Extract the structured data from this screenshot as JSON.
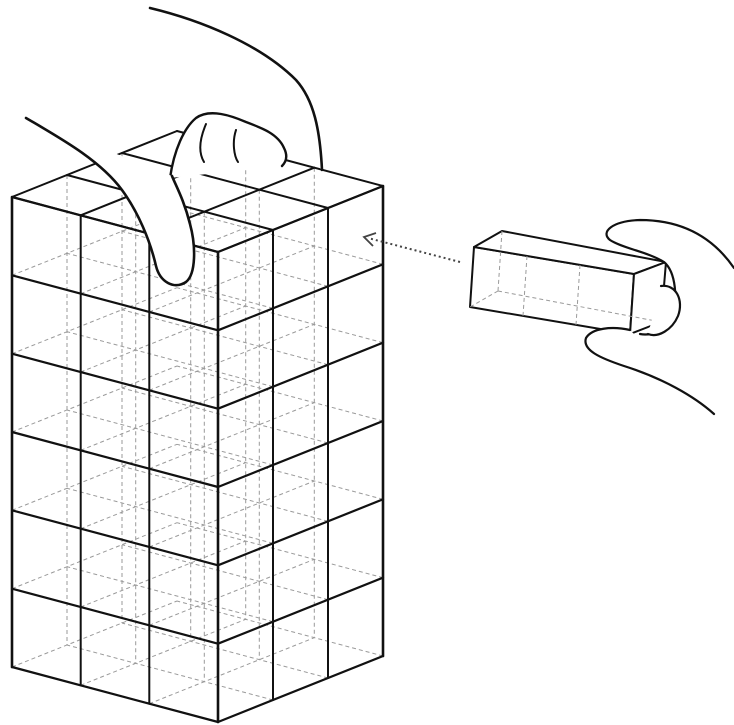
{
  "figure": {
    "tower": {
      "columns": 3,
      "rows": 3,
      "layers": 6,
      "hidden_edges": "dashed"
    },
    "loose_block": {
      "length_in_cubes": 3,
      "hidden_edges": "dashed"
    },
    "insertion_arrow": {
      "style": "dotted",
      "direction": "left"
    },
    "colors": {
      "line": "#111111",
      "hidden_line": "#9a9a9a",
      "background": "#ffffff"
    }
  }
}
